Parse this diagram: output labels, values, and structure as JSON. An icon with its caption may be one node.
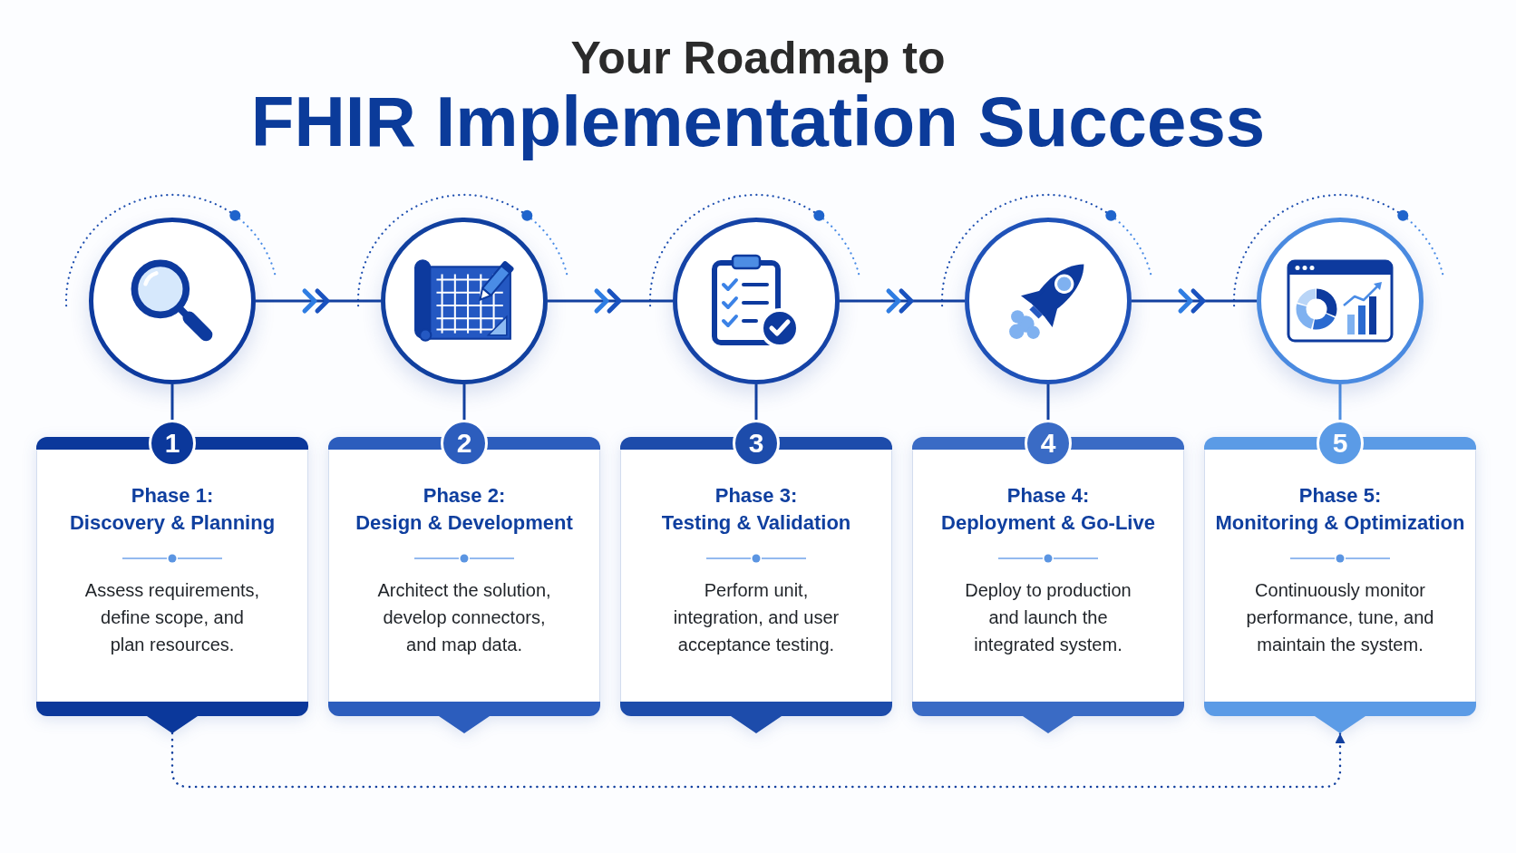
{
  "diagram": {
    "title": "FHIR Implementation Success",
    "labels": [
      "Your Roadmap to"
    ],
    "nodes": [
      {
        "text": [],
        "shape": "circle"
      },
      {
        "text": [],
        "shape": "circle"
      },
      {
        "text": [],
        "shape": "circle"
      },
      {
        "text": [],
        "shape": "circle"
      },
      {
        "text": [],
        "shape": "circle"
      },
      {
        "text": [
          "1"
        ]
      },
      {
        "text": [
          "2"
        ]
      },
      {
        "text": [
          "3"
        ]
      },
      {
        "text": [
          "4"
        ]
      },
      {
        "text": [
          "5"
        ]
      },
      {
        "text": [
          "Phase 1:",
          "Discovery & Planning",
          "Assess requirements, define scope, and plan resources."
        ]
      },
      {
        "text": [
          "Phase 2:",
          "Design & Development",
          "Architect the solution, develop connectors, and map data."
        ]
      },
      {
        "text": [
          "Phase 3:",
          "Testing & Validation",
          "Perform unit, integration, and user acceptance testing."
        ]
      },
      {
        "text": [
          "Phase 4:",
          "Deployment & Go-Live",
          "Deploy to production and launch the integrated system."
        ]
      },
      {
        "text": [
          "Phase 5:",
          "Monitoring & Optimization",
          "Continuously monitor performance, tune, and maintain the system."
        ]
      }
    ],
    "edges": [
      {
        "from": 0,
        "to": 1,
        "arrow": "to"
      },
      {
        "from": 1,
        "to": 2,
        "arrow": "to"
      },
      {
        "from": 2,
        "to": 3,
        "arrow": "to"
      },
      {
        "from": 3,
        "to": 4,
        "arrow": "to"
      },
      {
        "from": 0,
        "to": 5,
        "arrow": "none"
      },
      {
        "from": 1,
        "to": 6,
        "arrow": "none"
      },
      {
        "from": 2,
        "to": 7,
        "arrow": "none"
      },
      {
        "from": 3,
        "to": 8,
        "arrow": "none"
      },
      {
        "from": 4,
        "to": 9,
        "arrow": "none",
        "color": "#4f8fe0"
      },
      {
        "from": 10,
        "to": 14,
        "arrow": "to",
        "style": "dashed"
      }
    ]
  }
}
